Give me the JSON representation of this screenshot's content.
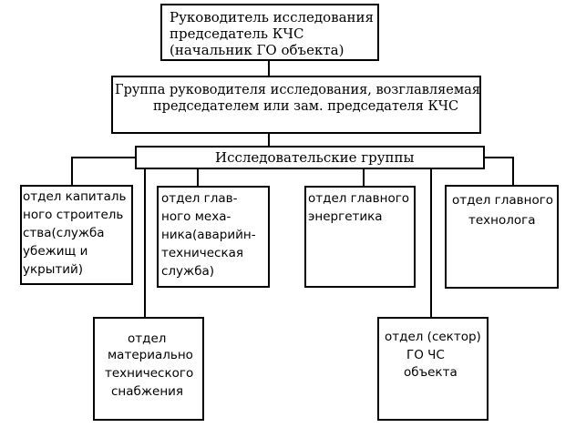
{
  "head": {
    "lines": [
      "Руководитель исследования",
      "председатель КЧС",
      "(начальник ГО объекта)"
    ]
  },
  "group": {
    "lines": [
      "Группа руководителя исследования, возглавляемая",
      "председателем или зам. председателя КЧС"
    ]
  },
  "research": {
    "label": "Исследовательские группы"
  },
  "departments": {
    "capital": {
      "lines": [
        "отдел капиталь",
        "ного строитель",
        "ства(служба",
        "убежищ и",
        "укрытий)"
      ]
    },
    "mechanic": {
      "lines": [
        "отдел глав-",
        "ного меха-",
        "ника(аварийн-",
        "техническая",
        "служба)"
      ]
    },
    "energy": {
      "lines": [
        "отдел главного",
        "энергетика"
      ]
    },
    "technologist": {
      "lines": [
        "отдел главного",
        "технолога"
      ]
    },
    "supply": {
      "lines": [
        "отдел",
        "материально",
        "технического",
        "снабжения"
      ]
    },
    "civil": {
      "lines": [
        "отдел (сектор)",
        "ГО ЧС",
        "объекта"
      ]
    }
  }
}
